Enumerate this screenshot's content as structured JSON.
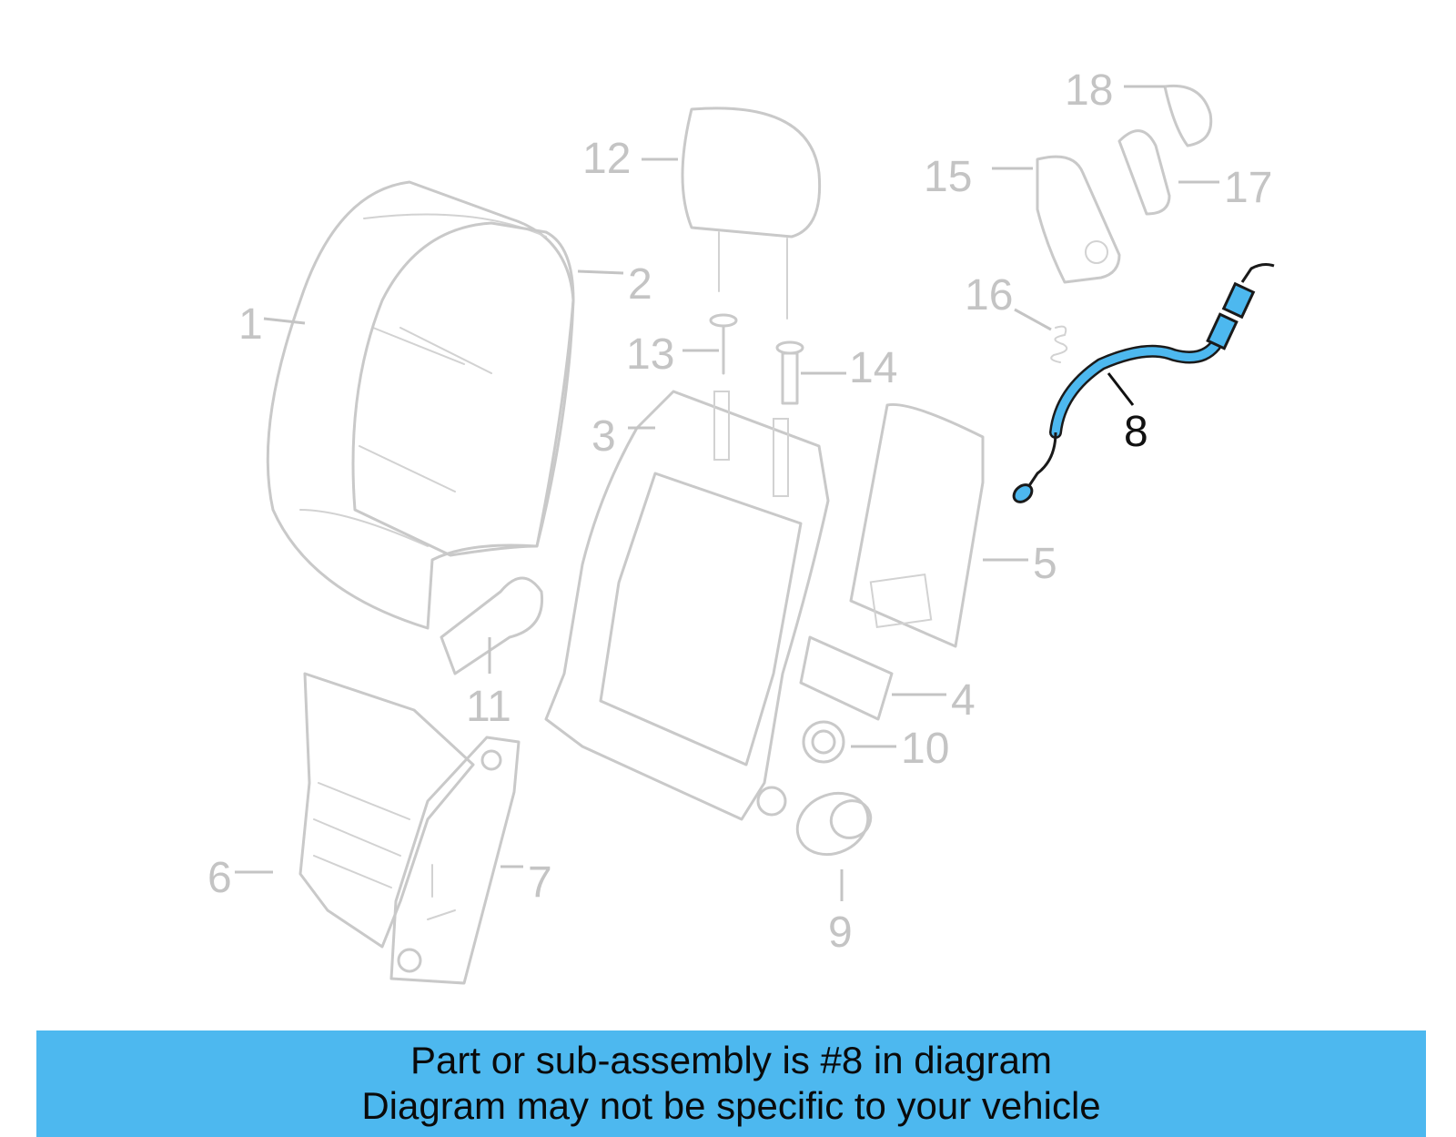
{
  "diagram": {
    "callouts": [
      "1",
      "2",
      "3",
      "4",
      "5",
      "6",
      "7",
      "8",
      "9",
      "10",
      "11",
      "12",
      "13",
      "14",
      "15",
      "16",
      "17",
      "18"
    ],
    "highlighted_callout": "8",
    "highlight_color": "#4db8ef",
    "ghost_color": "#c9c9c9"
  },
  "banner": {
    "line1": "Part or sub-assembly is #8 in diagram",
    "line2": "Diagram may not be specific to your vehicle",
    "background": "#4db8ef"
  }
}
